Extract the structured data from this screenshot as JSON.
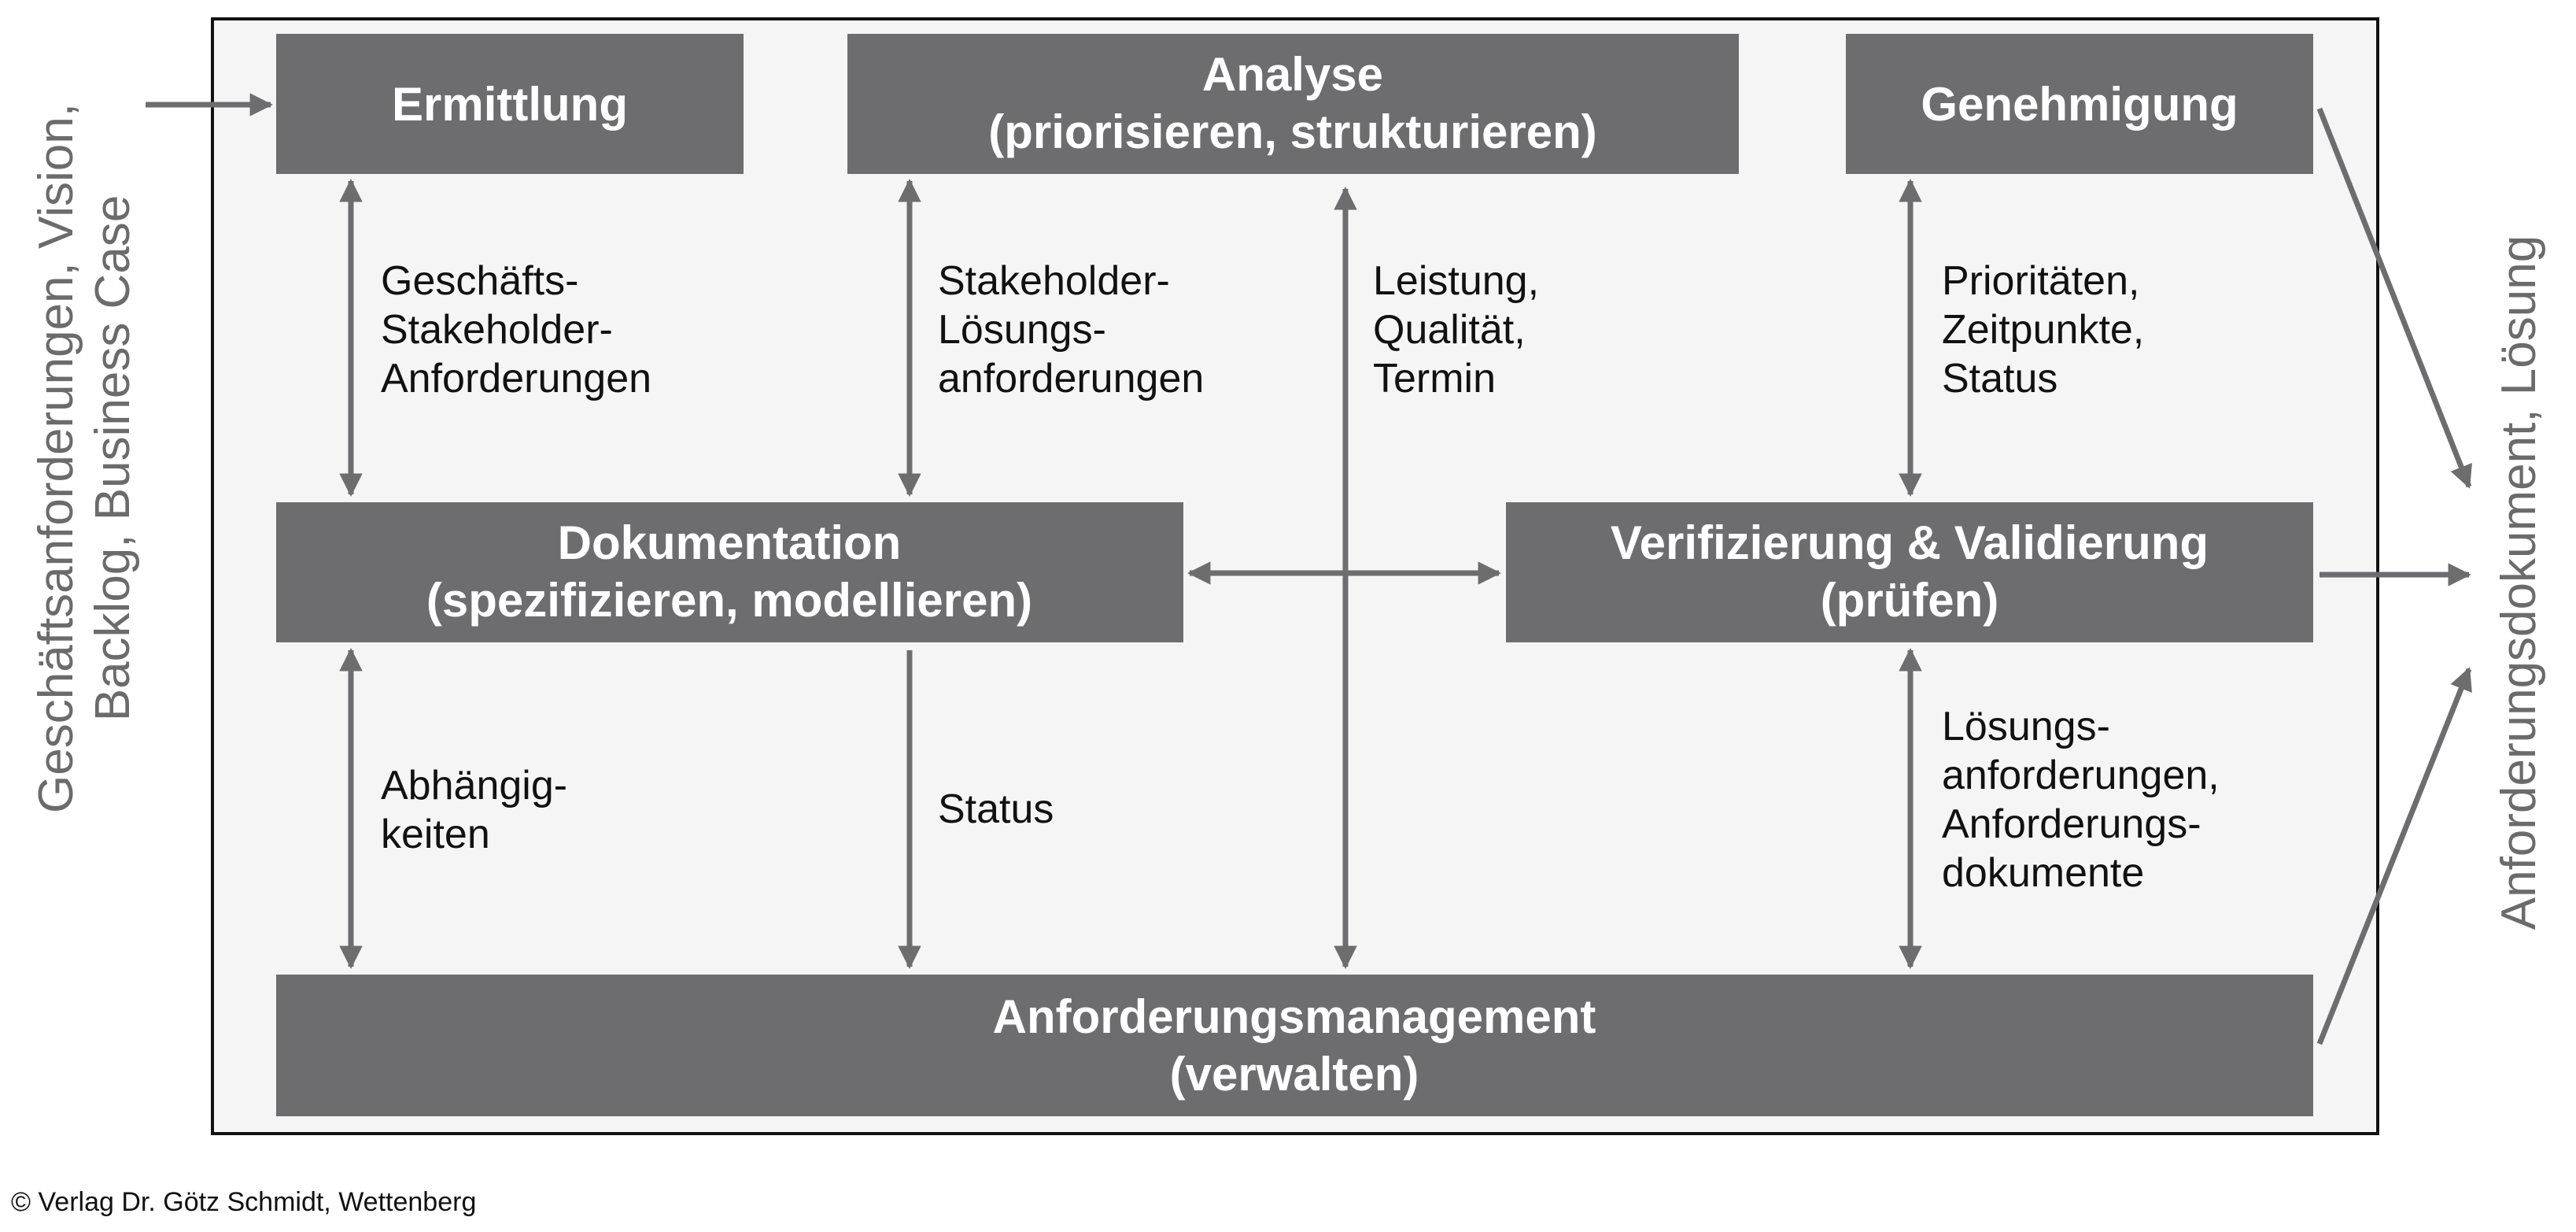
{
  "boxes": {
    "ermittlung": [
      "Ermittlung"
    ],
    "analyse": [
      "Analyse",
      "(priorisieren, strukturieren)"
    ],
    "genehmigung": [
      "Genehmigung"
    ],
    "dokumentation": [
      "Dokumentation",
      "(spezifizieren, modellieren)"
    ],
    "verifizierung": [
      "Verifizierung & Validierung",
      "(prüfen)"
    ],
    "management": [
      "Anforderungsmanagement",
      "(verwalten)"
    ]
  },
  "labels": {
    "ermittlung_dokumentation": [
      "Geschäfts-",
      "Stakeholder-",
      "Anforderungen"
    ],
    "analyse_dokumentation": [
      "Stakeholder-",
      "Lösungs-",
      "anforderungen"
    ],
    "analyse_management": [
      "Leistung,",
      "Qualität,",
      "Termin"
    ],
    "genehmigung_verifizierung": [
      "Prioritäten,",
      "Zeitpunkte,",
      "Status"
    ],
    "dokumentation_management_left": [
      "Abhängig-",
      "keiten"
    ],
    "dokumentation_management_right": [
      "Status"
    ],
    "verifizierung_management": [
      "Lösungs-",
      "anforderungen,",
      "Anforderungs-",
      "dokumente"
    ]
  },
  "side_labels": {
    "input": [
      "Geschäftsanforderungen, Vision,",
      "Backlog, Business Case"
    ],
    "output": [
      "Anforderungsdokument, Lösung"
    ]
  },
  "copyright": "© Verlag Dr. Götz Schmidt, Wettenberg",
  "colors": {
    "box_fill": "#6d6d6f",
    "arrow": "#6d6d6f",
    "frame_fill": "#f5f5f5",
    "frame_stroke": "#111111",
    "side_text": "#6b6b6b"
  }
}
